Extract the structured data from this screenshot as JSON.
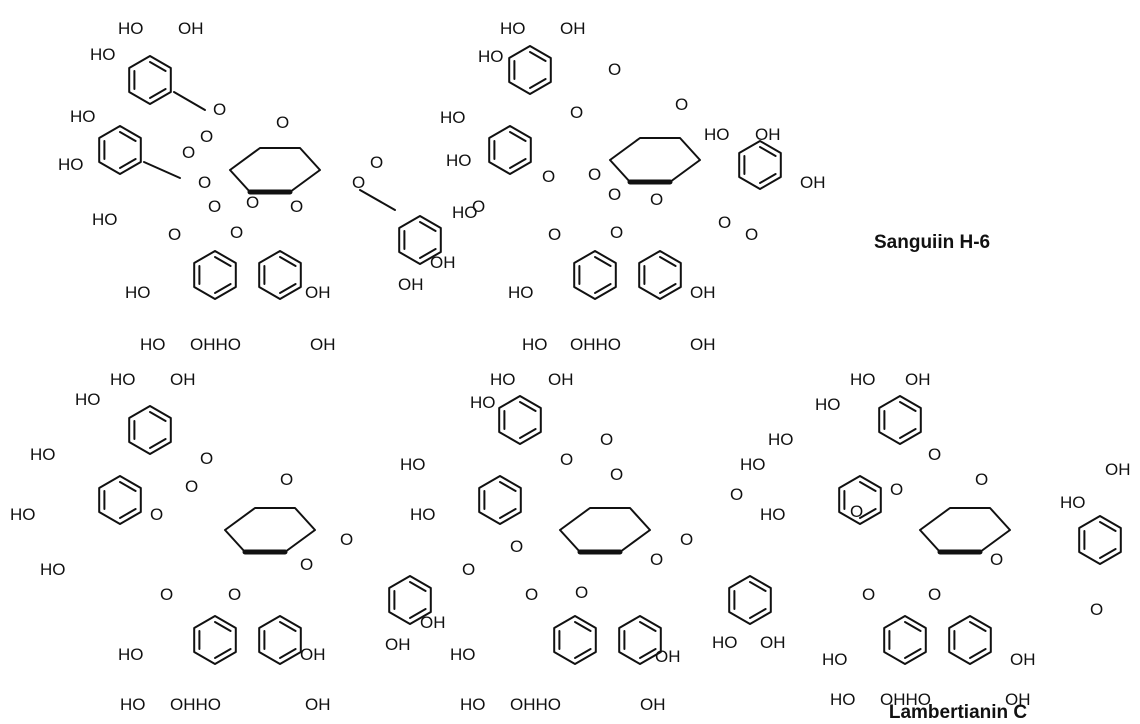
{
  "compounds": [
    {
      "name": "Sanguiin H-6"
    },
    {
      "name": "Lambertianin C"
    }
  ],
  "atoms": {
    "hydroxyl": "HO",
    "hydroxyl_right": "OH",
    "oxygen": "O",
    "double_hydroxyl": "OHHO"
  },
  "colors": {
    "ink": "#111111",
    "background": "#ffffff"
  }
}
